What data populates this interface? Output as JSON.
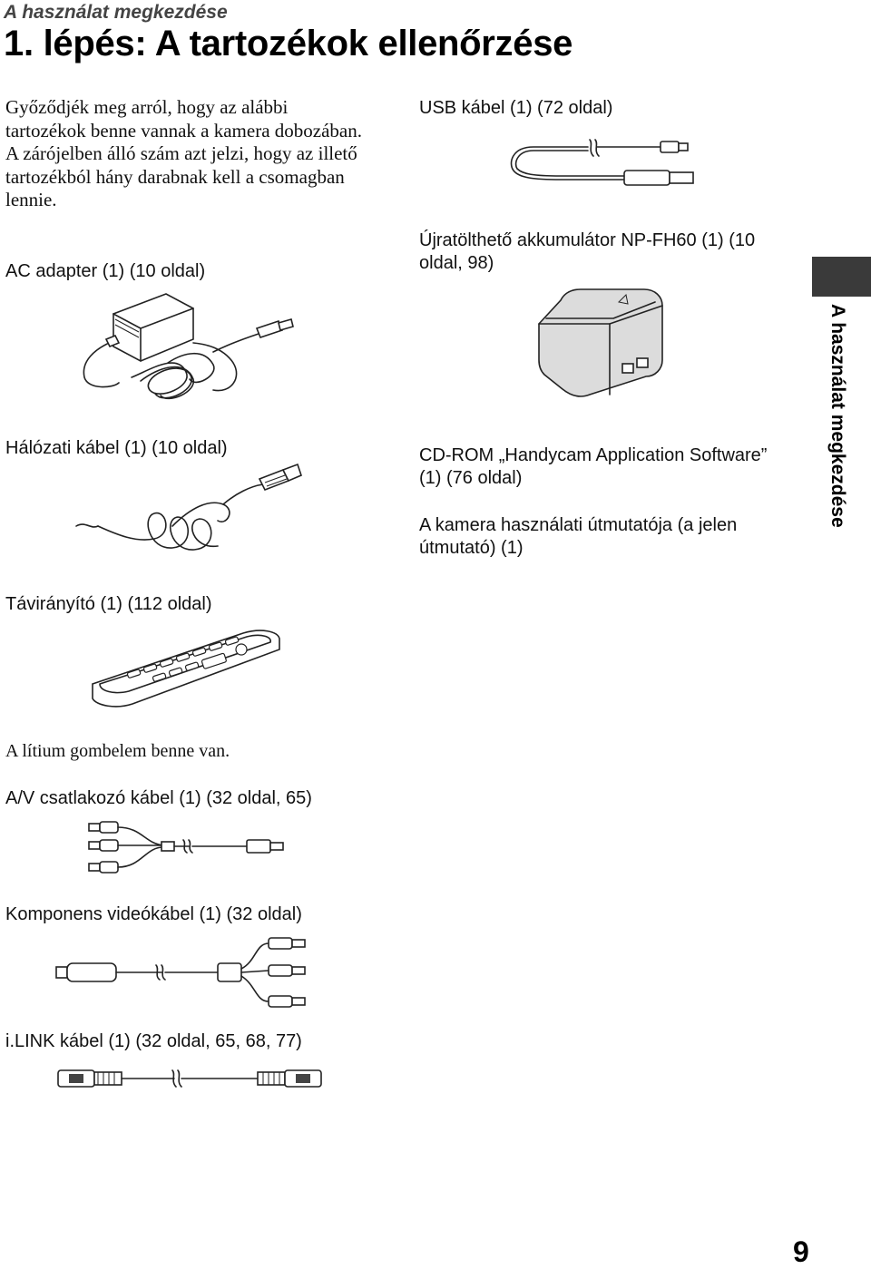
{
  "header": {
    "section": "A használat megkezdése",
    "title": "1. lépés: A tartozékok ellenőrzése"
  },
  "intro": {
    "paragraph1": "Győződjék meg arról, hogy az alábbi tartozékok benne vannak a kamera dobozában.",
    "paragraph2": "A zárójelben álló szám azt jelzi, hogy az illető tartozékból hány darabnak kell a csomagban lennie."
  },
  "accessories": {
    "ac_adapter": "AC adapter (1) (10 oldal)",
    "power_cord": "Hálózati kábel (1) (10 oldal)",
    "remote": "Távirányító (1) (112 oldal)",
    "remote_note": "A lítium gombelem benne van.",
    "av_cable": "A/V csatlakozó kábel (1) (32 oldal, 65)",
    "component_cable": "Komponens videókábel (1) (32 oldal)",
    "ilink_cable": "i.LINK kábel (1) (32 oldal, 65, 68, 77)",
    "usb_cable": "USB kábel (1) (72 oldal)",
    "battery": "Újratölthető akkumulátor NP-FH60 (1) (10 oldal, 98)",
    "cdrom": "CD-ROM „Handycam Application Software” (1) (76 oldal)",
    "manual": "A kamera használati útmutatója (a jelen útmutató) (1)"
  },
  "side_tab": "A használat megkezdése",
  "page_number": "9"
}
